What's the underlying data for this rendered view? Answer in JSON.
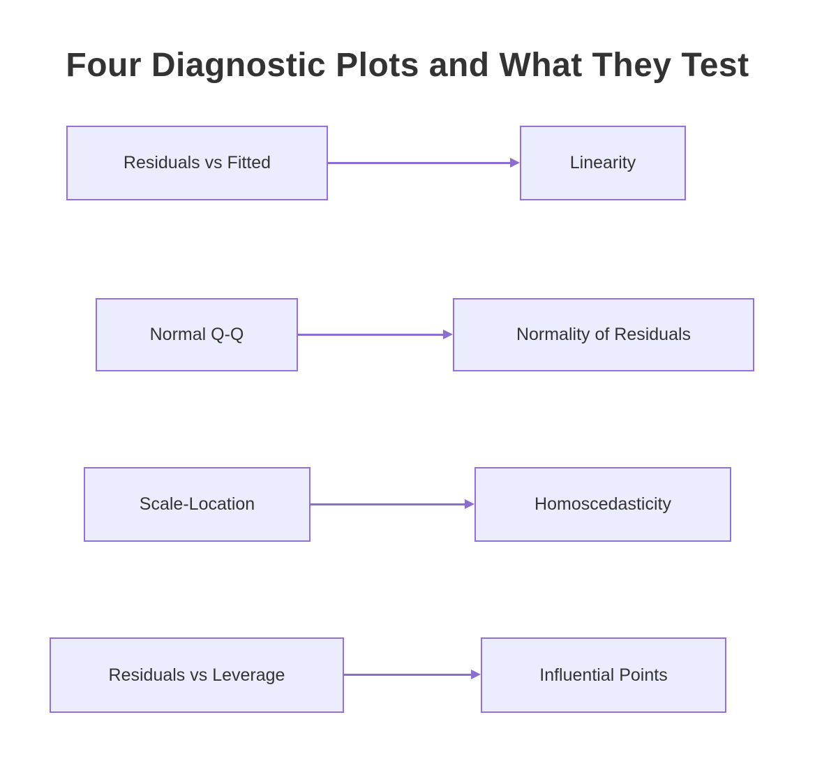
{
  "title": "Four Diagnostic Plots and What They Test",
  "colors": {
    "background": "#FFFFFF",
    "node_fill": "#ECECFF",
    "node_border": "#9370DB",
    "arrow": "#8C6ED2",
    "text": "#333333"
  },
  "diagram": {
    "type": "flowchart-left-to-right",
    "rows": [
      {
        "source": "Residuals vs Fitted",
        "target": "Linearity"
      },
      {
        "source": "Normal Q-Q",
        "target": "Normality of Residuals"
      },
      {
        "source": "Scale-Location",
        "target": "Homoscedasticity"
      },
      {
        "source": "Residuals vs Leverage",
        "target": "Influential Points"
      }
    ]
  }
}
